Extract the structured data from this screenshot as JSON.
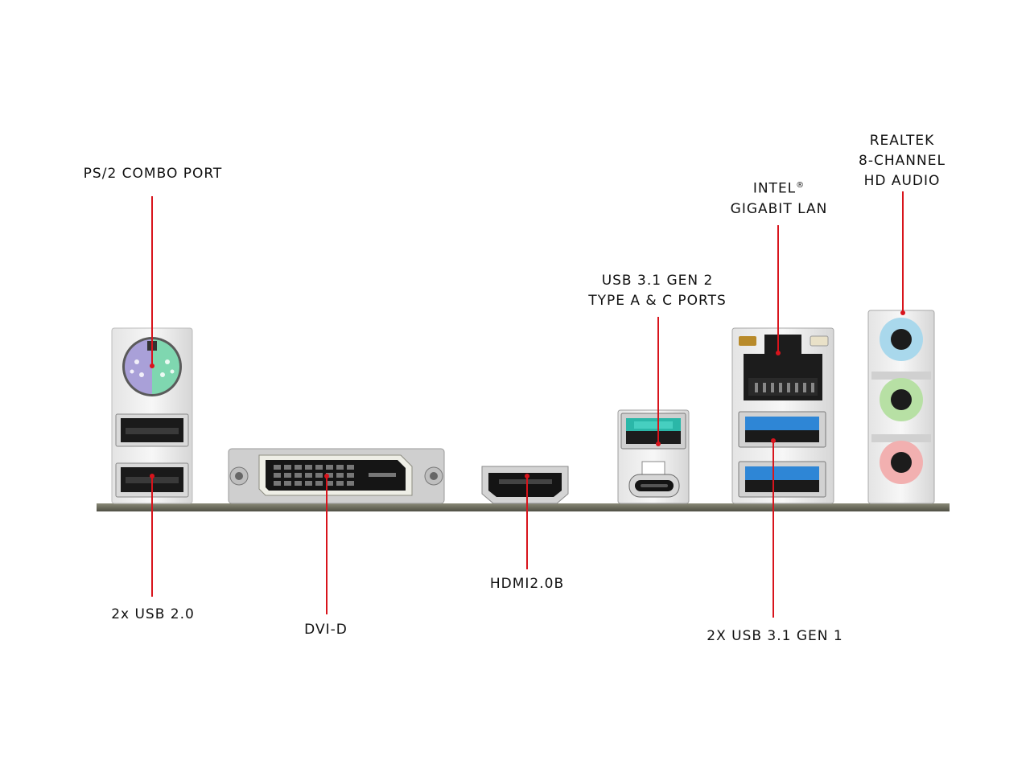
{
  "labels": {
    "ps2": "PS/2 COMBO PORT",
    "usb20": "2x USB 2.0",
    "dvi": "DVI-D",
    "hdmi": "HDMI2.0B",
    "usb31gen2_line1": "USB 3.1 GEN 2",
    "usb31gen2_line2": "TYPE A & C PORTS",
    "lan_line1": "INTEL",
    "lan_reg": "®",
    "lan_line2": "GIGABIT LAN",
    "usb31gen1": "2X USB 3.1 GEN 1",
    "audio_line1": "REALTEK",
    "audio_line2": "8-CHANNEL",
    "audio_line3": "HD AUDIO"
  },
  "colors": {
    "leader": "#d8141c",
    "ps2_mouse": "#a9a0d8",
    "ps2_keyboard": "#7fd7b0",
    "usb2": "#1a1a1a",
    "usb3_gen1": "#2e86d6",
    "usb3_gen2": "#2bb7a8",
    "audio_line_in": "#a9d8ec",
    "audio_line_out": "#b7e0a4",
    "audio_mic": "#f2b0b0",
    "pcb": "#6a6a5c"
  }
}
